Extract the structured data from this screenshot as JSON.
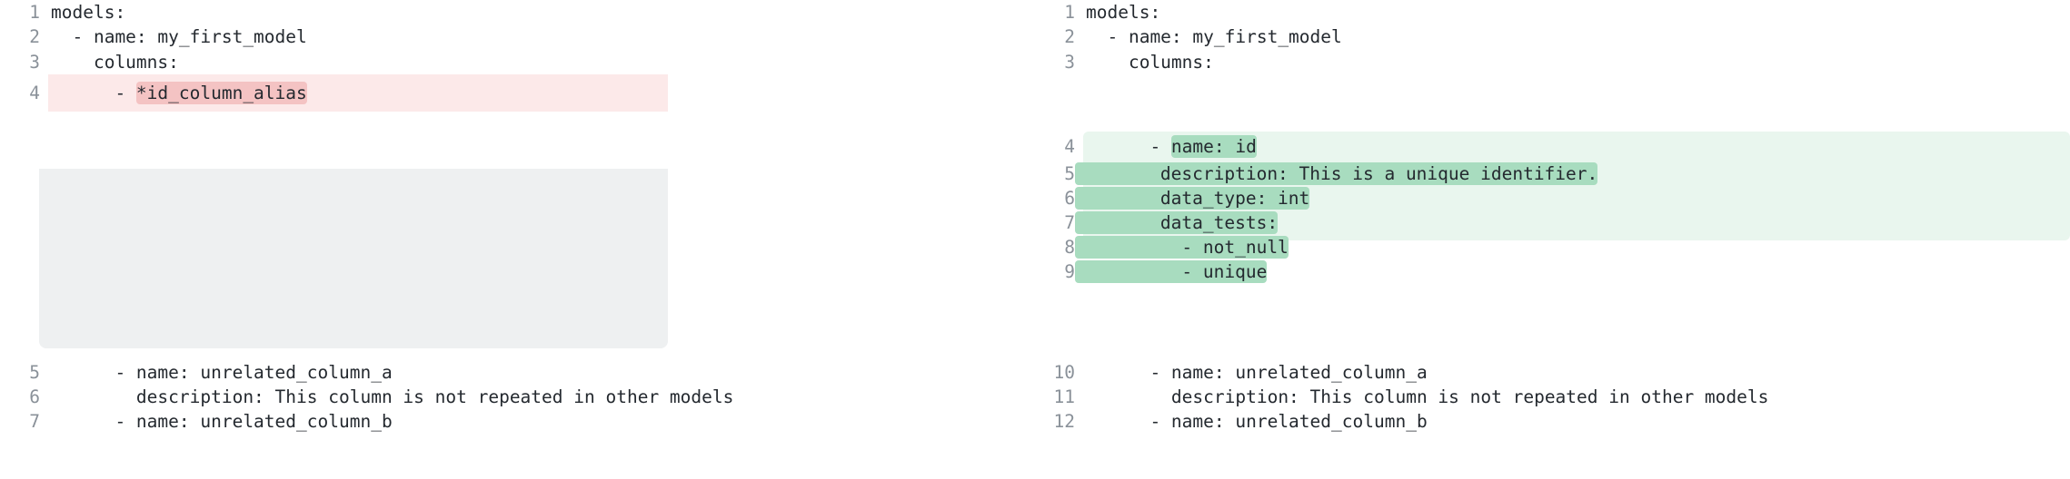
{
  "view": {
    "type": "side-by-side-diff",
    "colors": {
      "deletion_row_bg": "#fce9e9",
      "deletion_word_bg": "#f4c3c3",
      "addition_row_bg": "#e9f6ee",
      "addition_word_bg": "#a8dcbf",
      "filler_bg": "#eef0f1",
      "line_number": "#8a9199",
      "code_text": "#24292f",
      "page_bg": "#ffffff"
    }
  },
  "left_pane": {
    "name": "before",
    "lines": [
      {
        "num": "1",
        "text": "models:",
        "kind": "context"
      },
      {
        "num": "2",
        "text": "  - name: my_first_model",
        "kind": "context"
      },
      {
        "num": "3",
        "text": "    columns:",
        "kind": "context"
      },
      {
        "num": "4",
        "prefix": "      - ",
        "chip": "*id_column_alias",
        "suffix": "",
        "kind": "deletion"
      },
      {
        "num": "5",
        "text": "      - name: unrelated_column_a",
        "kind": "context"
      },
      {
        "num": "6",
        "text": "        description: This column is not repeated in other models",
        "kind": "context"
      },
      {
        "num": "7",
        "text": "      - name: unrelated_column_b",
        "kind": "context"
      }
    ]
  },
  "right_pane": {
    "name": "after",
    "lines": [
      {
        "num": "1",
        "text": "models:",
        "kind": "context"
      },
      {
        "num": "2",
        "text": "  - name: my_first_model",
        "kind": "context"
      },
      {
        "num": "3",
        "text": "    columns:",
        "kind": "context"
      },
      {
        "num": "4",
        "prefix": "      - ",
        "chip": "name: id",
        "suffix": "",
        "kind": "addition"
      },
      {
        "num": "5",
        "prefix": "",
        "chip": "        description: This is a unique identifier.",
        "suffix": "",
        "kind": "addition"
      },
      {
        "num": "6",
        "prefix": "",
        "chip": "        data_type: int",
        "suffix": "",
        "kind": "addition"
      },
      {
        "num": "7",
        "prefix": "",
        "chip": "        data_tests:",
        "suffix": "",
        "kind": "addition"
      },
      {
        "num": "8",
        "prefix": "",
        "chip": "          - not_null",
        "suffix": "",
        "kind": "addition"
      },
      {
        "num": "9",
        "prefix": "",
        "chip": "          - unique",
        "suffix": "",
        "kind": "addition"
      },
      {
        "num": "10",
        "text": "      - name: unrelated_column_a",
        "kind": "context"
      },
      {
        "num": "11",
        "text": "        description: This column is not repeated in other models",
        "kind": "context"
      },
      {
        "num": "12",
        "text": "      - name: unrelated_column_b",
        "kind": "context"
      }
    ]
  }
}
